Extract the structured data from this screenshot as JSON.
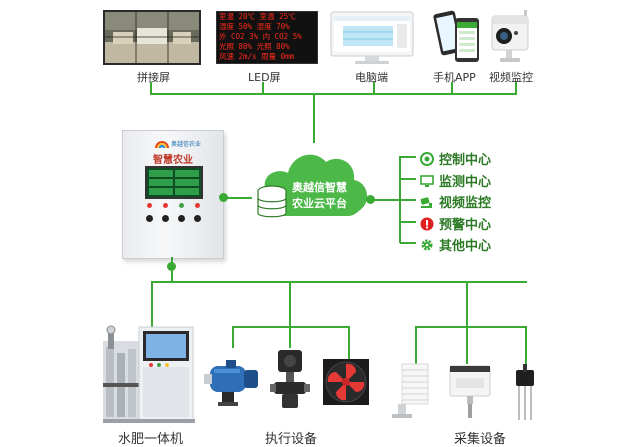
{
  "top_devices": [
    {
      "label": "拼接屏"
    },
    {
      "label": "LED屏"
    },
    {
      "label": "电脑端"
    },
    {
      "label": "手机APP"
    },
    {
      "label": "视频监控"
    }
  ],
  "led": {
    "row1": "室温 20℃ 室温 25℃",
    "row2": "湿度 50% 湿度 70%",
    "row3": "外 CO2 3% 内 CO2 5%",
    "row4": "光照 80% 光照 80%",
    "row5": "风速 2m/s 雨量 0mm"
  },
  "cabinet": {
    "logo": "奥越信农业",
    "title": "智慧农业"
  },
  "cloud": {
    "line1": "奥越信智慧",
    "line2": "农业云平台"
  },
  "centers": [
    {
      "label": "控制中心",
      "icon": "target-icon",
      "color": "#3aaa35"
    },
    {
      "label": "监测中心",
      "icon": "monitor-icon",
      "color": "#3aaa35"
    },
    {
      "label": "视频监控",
      "icon": "camera-icon",
      "color": "#3aaa35"
    },
    {
      "label": "预警中心",
      "icon": "alert-icon",
      "color": "#e02020"
    },
    {
      "label": "其他中心",
      "icon": "gear-icon",
      "color": "#3aaa35"
    }
  ],
  "bottom_groups": [
    {
      "label": "水肥一体机"
    },
    {
      "label": "执行设备"
    },
    {
      "label": "采集设备"
    }
  ],
  "colors": {
    "line": "#3aaa35",
    "cloud": "#4cb848",
    "alert": "#e02020"
  }
}
